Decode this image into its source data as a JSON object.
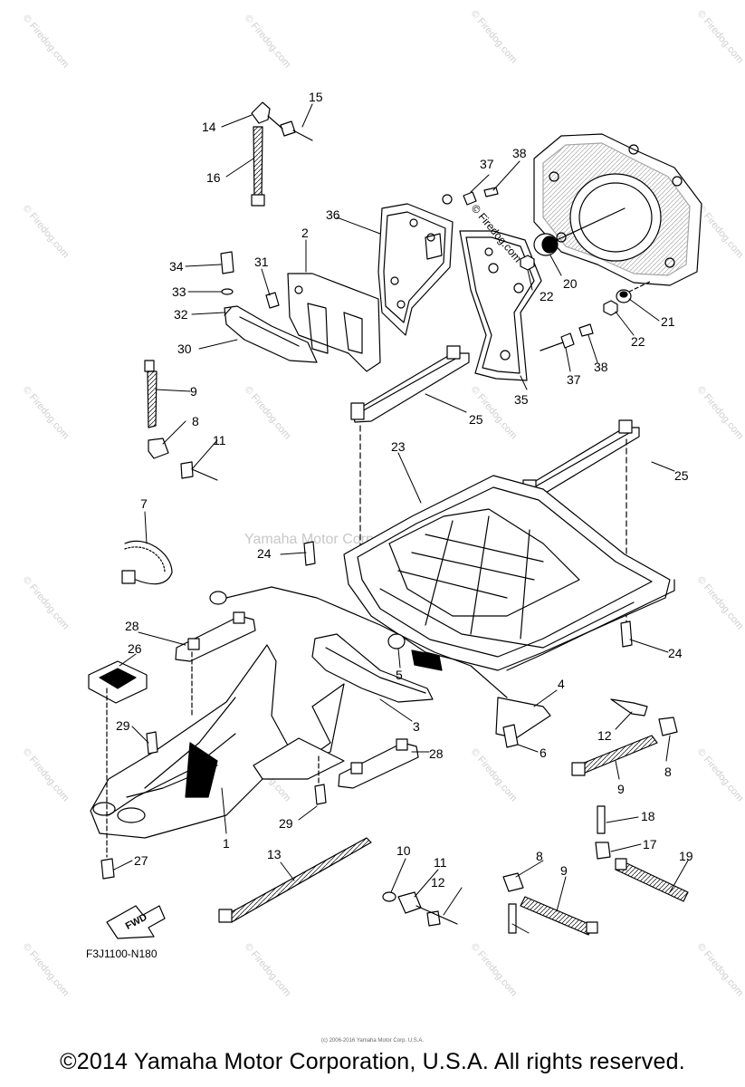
{
  "diagram": {
    "part_code": "F3J1100-N180",
    "fwd_label": "FWD",
    "center_watermark": "Yamaha Motor Corp. U.S.A.",
    "watermark_text": "© Firedog.com",
    "tiny_print": "(c) 2006-2016 Yamaha Motor Corp. U.S.A.",
    "footer": "©2014 Yamaha Motor Corporation, U.S.A. All rights reserved."
  },
  "callouts": [
    {
      "id": "c14",
      "text": "14"
    },
    {
      "id": "c15",
      "text": "15"
    },
    {
      "id": "c16",
      "text": "16"
    },
    {
      "id": "c37a",
      "text": "37"
    },
    {
      "id": "c38a",
      "text": "38"
    },
    {
      "id": "c36",
      "text": "36"
    },
    {
      "id": "c2",
      "text": "2"
    },
    {
      "id": "c34",
      "text": "34"
    },
    {
      "id": "c31",
      "text": "31"
    },
    {
      "id": "c33",
      "text": "33"
    },
    {
      "id": "c32",
      "text": "32"
    },
    {
      "id": "c22a",
      "text": "22"
    },
    {
      "id": "c20",
      "text": "20"
    },
    {
      "id": "c21",
      "text": "21"
    },
    {
      "id": "c22b",
      "text": "22"
    },
    {
      "id": "c30",
      "text": "30"
    },
    {
      "id": "c37b",
      "text": "37"
    },
    {
      "id": "c38b",
      "text": "38"
    },
    {
      "id": "c9a",
      "text": "9"
    },
    {
      "id": "c25a",
      "text": "25"
    },
    {
      "id": "c35",
      "text": "35"
    },
    {
      "id": "c8a",
      "text": "8"
    },
    {
      "id": "c11a",
      "text": "11"
    },
    {
      "id": "c23",
      "text": "23"
    },
    {
      "id": "c25b",
      "text": "25"
    },
    {
      "id": "c7",
      "text": "7"
    },
    {
      "id": "c24a",
      "text": "24"
    },
    {
      "id": "c28a",
      "text": "28"
    },
    {
      "id": "c26",
      "text": "26"
    },
    {
      "id": "c24b",
      "text": "24"
    },
    {
      "id": "c5",
      "text": "5"
    },
    {
      "id": "c4",
      "text": "4"
    },
    {
      "id": "c3",
      "text": "3"
    },
    {
      "id": "c29a",
      "text": "29"
    },
    {
      "id": "c12a",
      "text": "12"
    },
    {
      "id": "c6",
      "text": "6"
    },
    {
      "id": "c28b",
      "text": "28"
    },
    {
      "id": "c8b",
      "text": "8"
    },
    {
      "id": "c9b",
      "text": "9"
    },
    {
      "id": "c29b",
      "text": "29"
    },
    {
      "id": "c18",
      "text": "18"
    },
    {
      "id": "c1",
      "text": "1"
    },
    {
      "id": "c17",
      "text": "17"
    },
    {
      "id": "c27",
      "text": "27"
    },
    {
      "id": "c13",
      "text": "13"
    },
    {
      "id": "c10",
      "text": "10"
    },
    {
      "id": "c8c",
      "text": "8"
    },
    {
      "id": "c9c",
      "text": "9"
    },
    {
      "id": "c19",
      "text": "19"
    },
    {
      "id": "c11b",
      "text": "11"
    },
    {
      "id": "c12b",
      "text": "12"
    }
  ]
}
